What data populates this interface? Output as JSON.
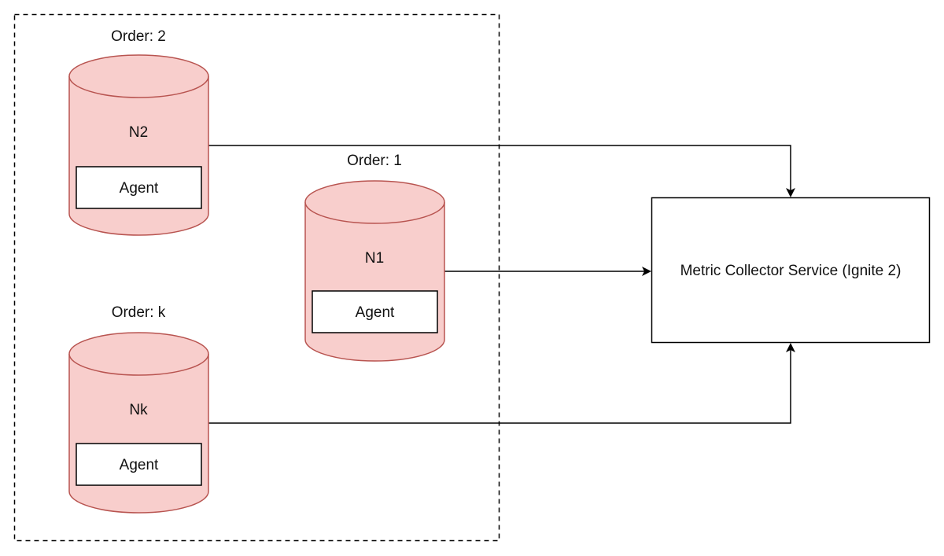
{
  "diagram": {
    "group": {
      "label": "",
      "border_style": "dashed"
    },
    "nodes": [
      {
        "id": "N2",
        "order_label": "Order: 2",
        "name": "N2",
        "agent_label": "Agent"
      },
      {
        "id": "N1",
        "order_label": "Order: 1",
        "name": "N1",
        "agent_label": "Agent"
      },
      {
        "id": "Nk",
        "order_label": "Order: k",
        "name": "Nk",
        "agent_label": "Agent"
      }
    ],
    "collector": {
      "label": "Metric Collector Service (Ignite 2)"
    },
    "edges": [
      {
        "from": "N2",
        "to": "collector"
      },
      {
        "from": "N1",
        "to": "collector"
      },
      {
        "from": "Nk",
        "to": "collector"
      }
    ],
    "colors": {
      "node_fill": "#f8cecc",
      "node_stroke": "#b85450",
      "line": "#000000"
    }
  }
}
